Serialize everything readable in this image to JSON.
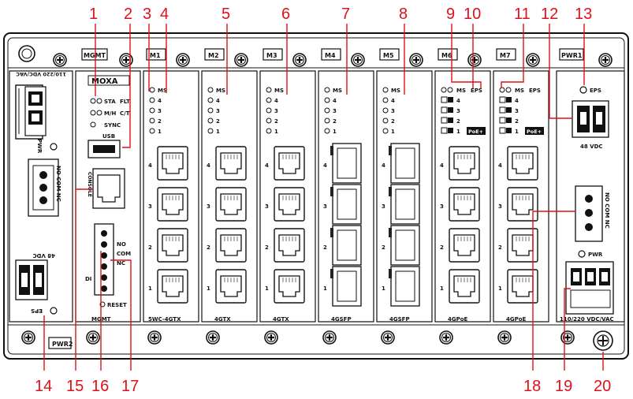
{
  "callouts": [
    "1",
    "2",
    "3",
    "4",
    "5",
    "6",
    "7",
    "8",
    "9",
    "10",
    "11",
    "12",
    "13",
    "14",
    "15",
    "16",
    "17",
    "18",
    "19",
    "20"
  ],
  "chassis": {
    "pwr_left_label": "PWR",
    "pwr_left_voltage": "110/220 VDC/VAC",
    "relay_label": "NO COM NC",
    "eps_left_voltage": "48 VDC",
    "eps_left_label": "EPS",
    "pwr2_label": "PWR2"
  },
  "mgmt": {
    "tab": "MGMT",
    "logo": "MOXA",
    "led_sta": "STA",
    "led_flt": "FLT",
    "led_mh": "M/H",
    "led_ct": "C/T",
    "led_sync": "SYNC",
    "usb": "USB",
    "console": "CONSOLE",
    "relay_no": "NO",
    "relay_com": "COM",
    "relay_nc": "NC",
    "di": "DI",
    "reset": "RESET",
    "bottom": "MGMT"
  },
  "modules": [
    {
      "tab": "M1",
      "name": "5WC-4GTX",
      "kind": "rj"
    },
    {
      "tab": "M2",
      "name": "4GTX",
      "kind": "rj"
    },
    {
      "tab": "M3",
      "name": "4GTX",
      "kind": "rj"
    },
    {
      "tab": "M4",
      "name": "4GSFP",
      "kind": "sfp"
    },
    {
      "tab": "M5",
      "name": "4GSFP",
      "kind": "sfp"
    },
    {
      "tab": "M6",
      "name": "4GPoE",
      "kind": "poe"
    },
    {
      "tab": "M7",
      "name": "4GPoE",
      "kind": "poe"
    }
  ],
  "module_leds": [
    "MS",
    "4",
    "3",
    "2",
    "1"
  ],
  "port_numbers": [
    "4",
    "3",
    "2",
    "1"
  ],
  "eps_label": "EPS",
  "poe_label": "PoE+",
  "pwr1": {
    "tab": "PWR1",
    "eps": "EPS",
    "eps_voltage": "48 VDC",
    "relay": "NO COM NC",
    "pwr": "PWR",
    "pwr_voltage": "110/220 VDC/VAC"
  },
  "colors": {
    "callout": "#e0101a",
    "line": "#1a1a1a"
  }
}
